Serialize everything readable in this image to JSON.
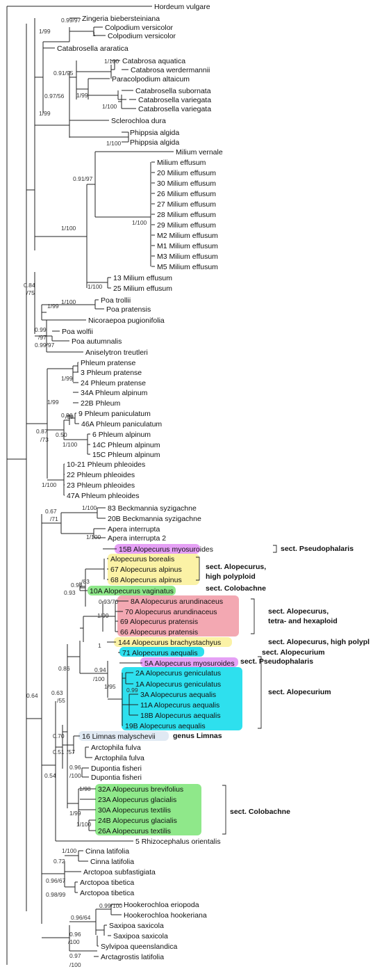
{
  "colors": {
    "purple": "#e5a0f5",
    "yellow": "#fbf2a6",
    "green": "#8fe88a",
    "pink": "#f3a8b2",
    "cyan": "#2ee0ee",
    "grey": "#e0e9f3"
  },
  "taxa": [
    "Hordeum vulgare",
    "Zingeria biebersteiniana",
    "Colpodium versicolor",
    "Colpodium versicolor",
    "Catabrosella araratica",
    "Catabrosa aquatica",
    "Catabrosa werdermannii",
    "Paracolpodium altaicum",
    "Catabrosella subornata",
    "Catabrosella variegata",
    "Catabrosella variegata",
    "Sclerochloa dura",
    "Phippsia algida",
    "Phippsia algida",
    "Milium vernale",
    "Milium effusum",
    "20 Milium effusum",
    "30 Milium effusum",
    "26 Milium effusum",
    "27 Milium effusum",
    "28 Milium effusum",
    "29 Milium effusum",
    "M2 Milium effusum",
    "M1 Milium effusum",
    "M3 Milium effusum",
    "M5 Milium effusum",
    "13 Milium effusum",
    "25 Milium effusum",
    "Poa trollii",
    "Poa pratensis",
    "Nicoraepoa pugionifolia",
    "Poa wolfii",
    "Poa autumnalis",
    "Aniselytron treutleri",
    "Phleum pratense",
    "3 Phleum pratense",
    "24 Phleum pratense",
    "34A Phleum alpinum",
    "22B Phleum",
    "9 Phleum paniculatum",
    "46A Phleum paniculatum",
    "6 Phleum alpinum",
    "14C Phleum alpinum",
    "15C Phleum alpinum",
    "10-21 Phleum phleoides",
    "22 Phleum phleoides",
    "23 Phleum phleoides",
    "47A Phleum phleoides",
    "83 Beckmannia syzigachne",
    "20B Beckmannia syzigachne",
    "Apera interrupta",
    "Apera interrupta 2",
    "15B Alopecurus myosuroides",
    "Alopecurus borealis",
    "67 Alopecurus alpinus",
    "68 Alopecurus alpinus",
    "10A Alopecurus vaginatus",
    "8A Alopecurus arundinaceus",
    "70 Alopecurus arundinaceus",
    "69 Alopecurus pratensis",
    "66 Alopecurus pratensis",
    "144 Alopecurus brachystachyus",
    "71 Alopecurus aequalis",
    "5A Alopecurus myosuroides",
    "2A Alopecurus geniculatus",
    "1A Alopecurus geniculatus",
    "3A Alopecurus aequalis",
    "11A Alopecurus aequalis",
    "18B Alopecurus aequalis",
    "19B Alopecurus aequalis",
    "16 Limnas malyschevii",
    "Arctophila fulva",
    "Arctophila fulva",
    "Dupontia fisheri",
    "Dupontia fisheri",
    "32A Alopecurus brevifolius",
    "23A Alopecurus glacialis",
    "30A Alopecurus textilis",
    "24B Alopecurus glacialis",
    "26A Alopecurus textilis",
    "5 Rhizocephalus orientalis",
    "Cinna latifolia",
    "Cinna latifolia",
    "Arctopoa subfastigiata",
    "Arctopoa tibetica",
    "Arctopoa tibetica",
    "Hookerochloa eriopoda",
    "Hookerochloa hookeriana",
    "Saxipoa saxicola",
    "Saxipoa saxicola",
    "Sylvipoa queenslandica",
    "Arctagrostis latifolia"
  ],
  "supports": [
    "0.99/97",
    "1/99",
    "1",
    "0.91/95",
    "1/100",
    "1/99",
    "1/100",
    "0.97/56",
    "1/99",
    "1/100",
    "0.91/97",
    "1/100",
    "1/100",
    "1/100",
    "0.84",
    "/75",
    "1/100",
    "1/99",
    "0.99",
    "/97",
    "0.99/97",
    "1/99",
    "1/99",
    "0.96",
    "/99",
    "0.50",
    "1/100",
    "0.87",
    "/73",
    "1/100",
    "0.67",
    "/71",
    "1/100",
    "1/100",
    "0.98",
    "/83",
    "0.93",
    "0.93/70",
    "1/99",
    "1",
    "0.94",
    "/100",
    "1/95",
    "0.99",
    "0.86",
    "0.63",
    "/55",
    "0.70",
    "0.51",
    "/57",
    "0.96",
    "/100",
    "0.64",
    "1/98",
    "1/99",
    "1/100",
    "0.54",
    "1/100",
    "0.72",
    "0.96/67",
    "0.98/99",
    "0.99/100",
    "0.96/64",
    "0.96",
    "/100",
    "0.97",
    "/100"
  ],
  "sections": [
    "sect. Pseudophalaris",
    "sect. Alopecurus,",
    "high polyploid",
    "sect. Colobachne",
    "sect. Alopecurus,",
    "tetra- and hexaploid",
    "sect. Alopecurus, high polypl",
    "sect. Alopecurium",
    "sect. Pseudophalaris",
    "sect. Alopecurium",
    "genus Limnas",
    "sect. Colobachne"
  ]
}
